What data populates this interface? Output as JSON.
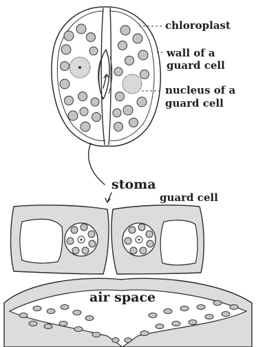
{
  "diagram": {
    "labels": {
      "chloroplast": "chloroplast",
      "wall_line1": "wall of a",
      "wall_line2": "guard cell",
      "nucleus_line1": "nucleus of a",
      "nucleus_line2": "guard cell",
      "stoma": "stoma",
      "guard_cell": "guard cell",
      "air_space": "air space"
    }
  }
}
